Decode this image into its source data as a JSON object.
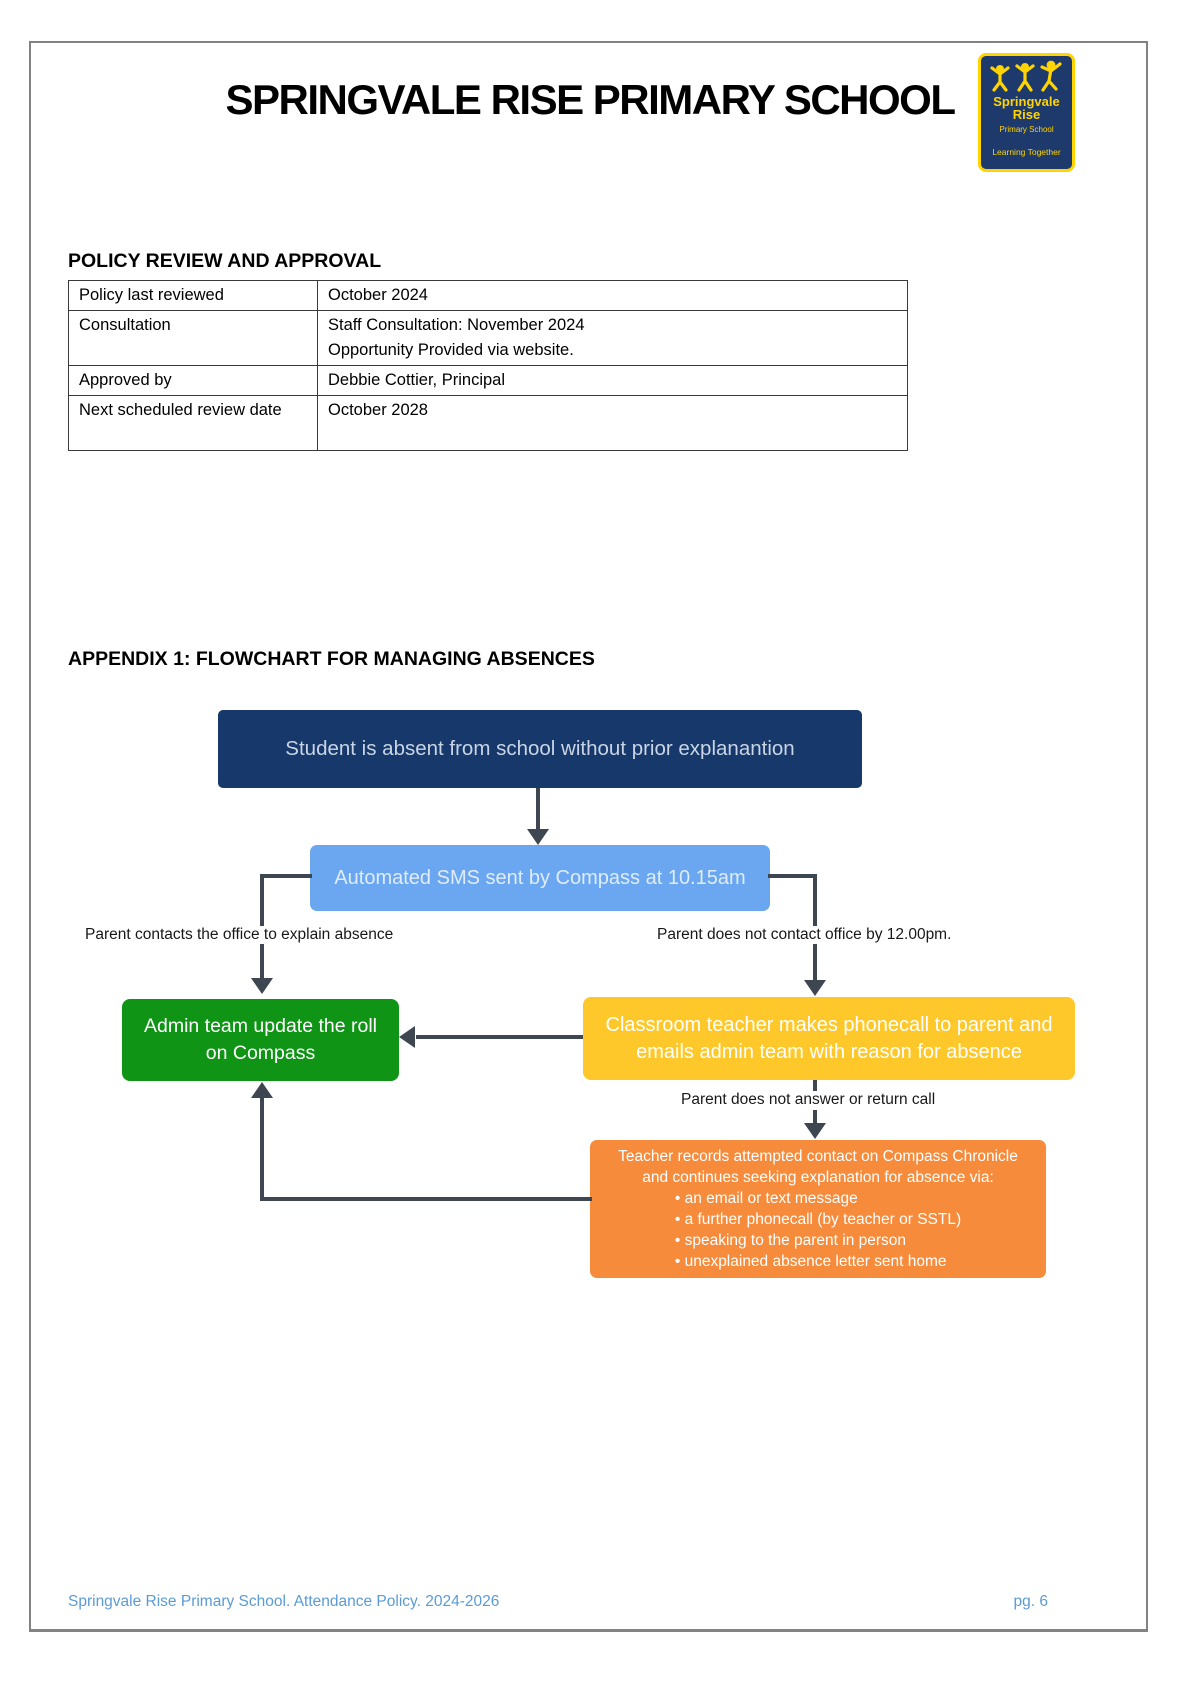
{
  "page": {
    "title": "SPRINGVALE RISE PRIMARY SCHOOL",
    "footer_left": "Springvale Rise Primary School. Attendance Policy. 2024-2026",
    "footer_right": "pg. 6"
  },
  "logo": {
    "name_line1": "Springvale",
    "name_line2": "Rise",
    "subtitle": "Primary School",
    "tagline": "Learning Together",
    "icon": "children-figures-icon",
    "colors": {
      "background": "#1E3A6D",
      "accent": "#FFD400"
    }
  },
  "review": {
    "heading": "POLICY REVIEW AND APPROVAL",
    "rows": [
      {
        "label": "Policy last reviewed",
        "value": "October 2024"
      },
      {
        "label": "Consultation",
        "value": "Staff Consultation: November 2024\nOpportunity Provided via website."
      },
      {
        "label": "Approved by",
        "value": "Debbie Cottier, Principal"
      },
      {
        "label": "Next scheduled review date",
        "value": "October 2028"
      }
    ]
  },
  "appendix": {
    "heading": "APPENDIX 1: FLOWCHART FOR MANAGING ABSENCES"
  },
  "flowchart": {
    "connector_color": "#3E4651",
    "nodes": {
      "start": {
        "text": "Student is absent from school without prior explanantion",
        "color": "#17386B"
      },
      "sms": {
        "text": "Automated SMS sent by Compass at 10.15am",
        "color": "#6AA7F0"
      },
      "admin": {
        "text": "Admin team update the roll on Compass",
        "color": "#0F9415"
      },
      "teacher": {
        "text": "Classroom teacher makes phonecall to parent and emails admin team with reason for absence",
        "color": "#FFC82A"
      },
      "records": {
        "heading": "Teacher records attempted contact on Compass Chronicle\nand continues seeking explanation for absence via:",
        "bullets": "• an email or text message\n• a further phonecall (by teacher or SSTL)\n• speaking to the parent in person\n• unexplained absence letter sent home",
        "color": "#F68B3C"
      }
    },
    "edge_labels": {
      "parent_contacts": "Parent contacts the office to explain absence",
      "no_contact": "Parent does not contact office by 12.00pm.",
      "no_answer": "Parent does not answer or return call"
    }
  }
}
